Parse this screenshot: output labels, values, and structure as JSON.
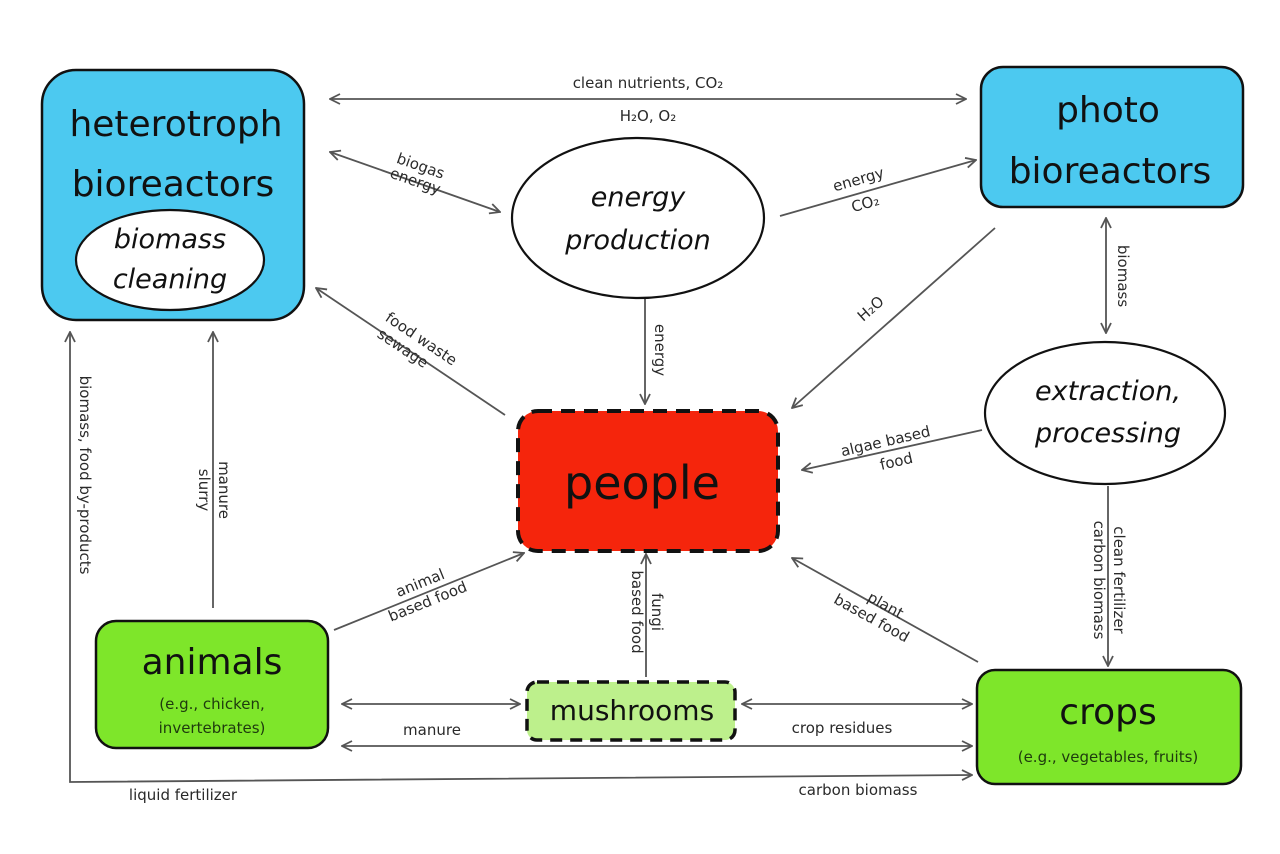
{
  "colors": {
    "bioreactor_fill": "#4cc9f0",
    "people_fill": "#f5250c",
    "green_fill": "#7ee62a",
    "mushroom_fill": "#bdf08c",
    "ellipse_fill": "#ffffff",
    "stroke": "#111111",
    "edge": "#555555"
  },
  "nodes": {
    "heterotroph": {
      "line1": "heterotroph",
      "line2": "bioreactors"
    },
    "biomass_cleaning": {
      "line1": "biomass",
      "line2": "cleaning"
    },
    "photo": {
      "line1": "photo",
      "line2": "bioreactors"
    },
    "energy_production": {
      "line1": "energy",
      "line2": "production"
    },
    "extraction": {
      "line1": "extraction,",
      "line2": "processing"
    },
    "people": {
      "label": "people"
    },
    "animals": {
      "label": "animals",
      "sub1": "(e.g., chicken,",
      "sub2": "invertebrates)"
    },
    "mushrooms": {
      "label": "mushrooms"
    },
    "crops": {
      "label": "crops",
      "sub1": "(e.g., vegetables, fruits)"
    }
  },
  "edges": {
    "top": {
      "above": "clean nutrients, CO₂",
      "below": "H₂O, O₂"
    },
    "biogas": {
      "line1": "biogas",
      "line2": "energy"
    },
    "energy_co2": {
      "line1": "energy",
      "line2": "CO₂"
    },
    "energy_down": {
      "label": "energy"
    },
    "food_waste": {
      "line1": "food waste",
      "line2": "sewage"
    },
    "h2o": {
      "label": "H₂O"
    },
    "biomass_vertical": {
      "label": "biomass"
    },
    "algae": {
      "line1": "algae based",
      "line2": "food"
    },
    "clean_fertilizer": {
      "line1": "clean fertilizer",
      "line2": "carbon biomass"
    },
    "manure_slurry": {
      "line1": "manure",
      "line2": "slurry"
    },
    "biomass_byproducts": {
      "label": "biomass, food by-products"
    },
    "animal_food": {
      "line1": "animal",
      "line2": "based food"
    },
    "fungi_food": {
      "line1": "fungi",
      "line2": "based  food"
    },
    "plant_food": {
      "line1": "plant",
      "line2": "based food"
    },
    "manure": {
      "label": "manure"
    },
    "crop_residues": {
      "label": "crop residues"
    },
    "liquid_fertilizer": {
      "label": "liquid fertilizer"
    },
    "carbon_biomass": {
      "label": "carbon biomass"
    }
  }
}
